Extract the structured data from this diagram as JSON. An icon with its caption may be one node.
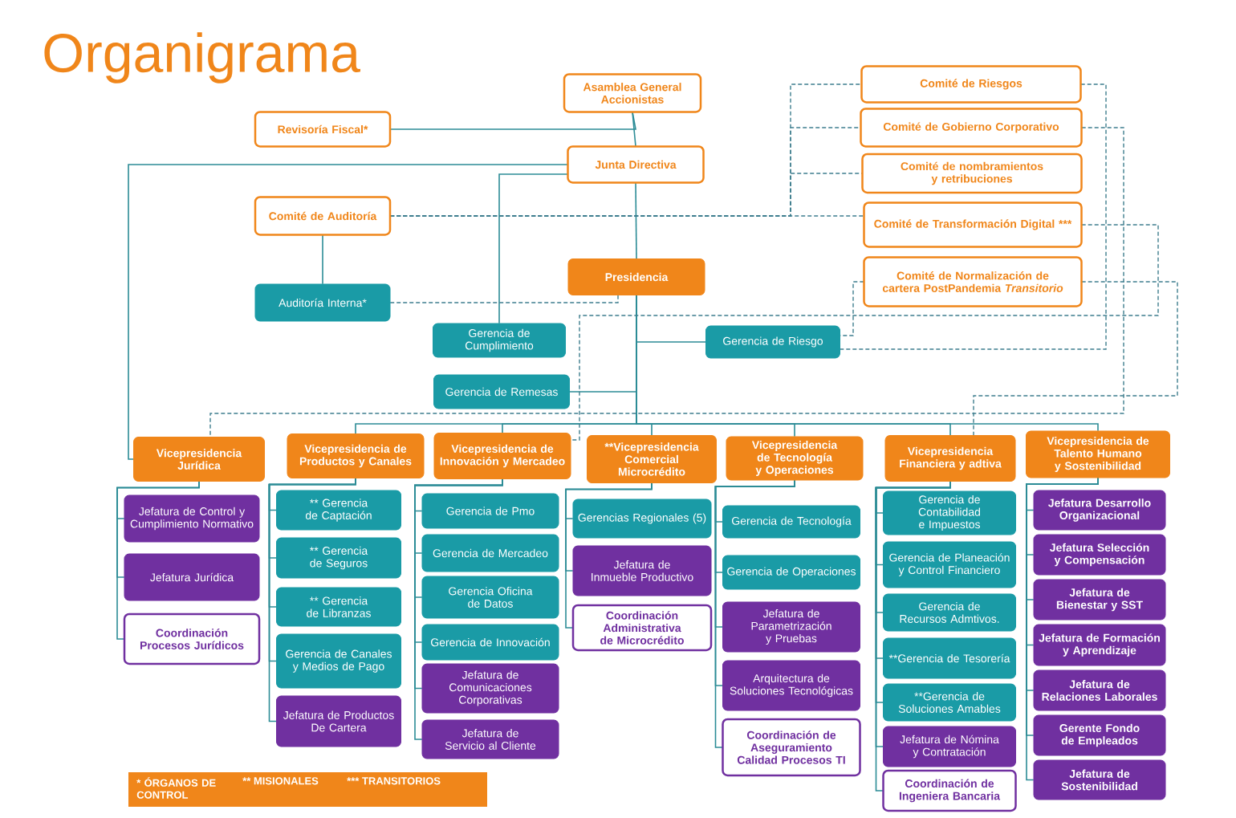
{
  "diagram": {
    "title": "Organigrama",
    "nodes": [
      {
        "text": [
          "Asamblea General Accionistas"
        ]
      },
      {
        "text": [
          "Revisoría Fiscal*"
        ]
      },
      {
        "text": [
          "Junta Directiva"
        ]
      },
      {
        "text": [
          "Comité de Auditoría"
        ]
      },
      {
        "text": [
          "Comité de Riesgos"
        ]
      },
      {
        "text": [
          "Comité de Gobierno Corporativo"
        ]
      },
      {
        "text": [
          "Comité de nombramientos y retribuciones"
        ]
      },
      {
        "text": [
          "Comité de Transformación Digital ***"
        ]
      },
      {
        "text": [
          "Comité de Normalización de cartera PostPandemia *Transitorio*"
        ]
      },
      {
        "text": [
          "Presidencia"
        ]
      },
      {
        "text": [
          "Auditoría Interna*"
        ]
      },
      {
        "text": [
          "Gerencia de Cumplimiento"
        ]
      },
      {
        "text": [
          "Gerencia de Riesgo"
        ]
      },
      {
        "text": [
          "Gerencia de Remesas"
        ]
      },
      {
        "text": [
          "Vicepresidencia Jurídica"
        ]
      },
      {
        "text": [
          "Vicepresidencia de Productos y Canales"
        ]
      },
      {
        "text": [
          "Vicepresidencia de Innovación y Mercadeo"
        ]
      },
      {
        "text": [
          "**Vicepresidencia Comercial Microcrédito"
        ]
      },
      {
        "text": [
          "Vicepresidencia de Tecnología y Operaciones"
        ]
      },
      {
        "text": [
          "Vicepresidencia Financiera y adtiva"
        ]
      },
      {
        "text": [
          "Vicepresidencia de Talento Humano y Sostenibilidad"
        ]
      },
      {
        "text": [
          "Jefatura de Control y Cumplimiento Normativo"
        ]
      },
      {
        "text": [
          "Jefatura Jurídica"
        ]
      },
      {
        "text": [
          "Coordinación Procesos Jurídicos"
        ]
      },
      {
        "text": [
          "** Gerencia de Captación"
        ]
      },
      {
        "text": [
          "** Gerencia de Seguros"
        ]
      },
      {
        "text": [
          "** Gerencia de Libranzas"
        ]
      },
      {
        "text": [
          "Gerencia de Canales y Medios de Pago"
        ]
      },
      {
        "text": [
          "Jefatura de Productos De Cartera"
        ]
      },
      {
        "text": [
          "Gerencia de Pmo"
        ]
      },
      {
        "text": [
          "Gerencia de Mercadeo"
        ]
      },
      {
        "text": [
          "Gerencia Oficina de Datos"
        ]
      },
      {
        "text": [
          "Gerencia de Innovación"
        ]
      },
      {
        "text": [
          "Jefatura de Comunicaciones Corporativas"
        ]
      },
      {
        "text": [
          "Jefatura de Servicio al Cliente"
        ]
      },
      {
        "text": [
          "Gerencias Regionales (5)"
        ]
      },
      {
        "text": [
          "Jefatura de Inmueble Productivo"
        ]
      },
      {
        "text": [
          "Coordinación Administrativa de Microcrédito"
        ]
      },
      {
        "text": [
          "Gerencia de Tecnología"
        ]
      },
      {
        "text": [
          "Gerencia de Operaciones"
        ]
      },
      {
        "text": [
          "Jefatura de Parametrización y Pruebas"
        ]
      },
      {
        "text": [
          "Arquitectura de Soluciones Tecnológicas"
        ]
      },
      {
        "text": [
          "Coordinación de Aseguramiento Calidad Procesos TI"
        ]
      },
      {
        "text": [
          "Gerencia de Contabilidad e Impuestos"
        ]
      },
      {
        "text": [
          "Gerencia de Planeación y Control Financiero"
        ]
      },
      {
        "text": [
          "Gerencia de Recursos Admtivos."
        ]
      },
      {
        "text": [
          "**Gerencia de Tesorería"
        ]
      },
      {
        "text": [
          "**Gerencia de Soluciones Amables"
        ]
      },
      {
        "text": [
          "Jefatura de Nómina y Contratación"
        ]
      },
      {
        "text": [
          "Coordinación de Ingeniera Bancaria"
        ]
      },
      {
        "text": [
          "Jefatura Desarrollo Organizacional"
        ]
      },
      {
        "text": [
          "Jefatura Selección y Compensación"
        ]
      },
      {
        "text": [
          "Jefatura de Bienestar y SST"
        ]
      },
      {
        "text": [
          "Jefatura de Formación y Aprendizaje"
        ]
      },
      {
        "text": [
          "Jefatura de Relaciones Laborales"
        ]
      },
      {
        "text": [
          "Gerente Fondo de Empleados"
        ]
      },
      {
        "text": [
          "Jefatura de Sostenibilidad"
        ]
      }
    ],
    "edges": [
      {
        "from": 0,
        "to": 2,
        "arrow": "none"
      },
      {
        "from": 1,
        "to": 0,
        "arrow": "none"
      },
      {
        "from": 2,
        "to": 9,
        "arrow": "none"
      },
      {
        "from": 2,
        "to": 14,
        "arrow": "none"
      },
      {
        "from": 2,
        "to": 11,
        "arrow": "none"
      },
      {
        "from": 3,
        "to": 10,
        "arrow": "none"
      },
      {
        "from": 9,
        "to": 12,
        "arrow": "none"
      },
      {
        "from": 9,
        "to": 13,
        "arrow": "none"
      },
      {
        "from": 9,
        "to": 15,
        "arrow": "none"
      },
      {
        "from": 9,
        "to": 16,
        "arrow": "none"
      },
      {
        "from": 9,
        "to": 17,
        "arrow": "none"
      },
      {
        "from": 9,
        "to": 18,
        "arrow": "none"
      },
      {
        "from": 9,
        "to": 19,
        "arrow": "none"
      },
      {
        "from": 9,
        "to": 20,
        "arrow": "none"
      },
      {
        "from": 14,
        "to": 21,
        "arrow": "none"
      },
      {
        "from": 14,
        "to": 22,
        "arrow": "none"
      },
      {
        "from": 14,
        "to": 23,
        "arrow": "none"
      },
      {
        "from": 15,
        "to": 24,
        "arrow": "none"
      },
      {
        "from": 15,
        "to": 25,
        "arrow": "none"
      },
      {
        "from": 15,
        "to": 26,
        "arrow": "none"
      },
      {
        "from": 15,
        "to": 27,
        "arrow": "none"
      },
      {
        "from": 15,
        "to": 28,
        "arrow": "none"
      },
      {
        "from": 16,
        "to": 29,
        "arrow": "none"
      },
      {
        "from": 16,
        "to": 30,
        "arrow": "none"
      },
      {
        "from": 16,
        "to": 31,
        "arrow": "none"
      },
      {
        "from": 16,
        "to": 32,
        "arrow": "none"
      },
      {
        "from": 16,
        "to": 33,
        "arrow": "none"
      },
      {
        "from": 16,
        "to": 34,
        "arrow": "none"
      },
      {
        "from": 17,
        "to": 35,
        "arrow": "none"
      },
      {
        "from": 17,
        "to": 36,
        "arrow": "none"
      },
      {
        "from": 17,
        "to": 37,
        "arrow": "none"
      },
      {
        "from": 18,
        "to": 38,
        "arrow": "none"
      },
      {
        "from": 18,
        "to": 39,
        "arrow": "none"
      },
      {
        "from": 18,
        "to": 40,
        "arrow": "none"
      },
      {
        "from": 18,
        "to": 41,
        "arrow": "none"
      },
      {
        "from": 18,
        "to": 42,
        "arrow": "none"
      },
      {
        "from": 19,
        "to": 43,
        "arrow": "none"
      },
      {
        "from": 19,
        "to": 44,
        "arrow": "none"
      },
      {
        "from": 19,
        "to": 45,
        "arrow": "none"
      },
      {
        "from": 19,
        "to": 46,
        "arrow": "none"
      },
      {
        "from": 19,
        "to": 47,
        "arrow": "none"
      },
      {
        "from": 19,
        "to": 48,
        "arrow": "none"
      },
      {
        "from": 19,
        "to": 49,
        "arrow": "none"
      },
      {
        "from": 20,
        "to": 50,
        "arrow": "none"
      },
      {
        "from": 20,
        "to": 51,
        "arrow": "none"
      },
      {
        "from": 20,
        "to": 52,
        "arrow": "none"
      },
      {
        "from": 20,
        "to": 53,
        "arrow": "none"
      },
      {
        "from": 20,
        "to": 54,
        "arrow": "none"
      },
      {
        "from": 20,
        "to": 55,
        "arrow": "none"
      },
      {
        "from": 20,
        "to": 56,
        "arrow": "none"
      },
      {
        "from": 3,
        "to": 7,
        "arrow": "none",
        "style": "dashed"
      },
      {
        "from": 3,
        "to": 4,
        "arrow": "none",
        "style": "dashed"
      },
      {
        "from": 3,
        "to": 5,
        "arrow": "none",
        "style": "dashed"
      },
      {
        "from": 3,
        "to": 6,
        "arrow": "none",
        "style": "dashed"
      },
      {
        "from": 10,
        "to": 9,
        "arrow": "none",
        "style": "dashed"
      },
      {
        "from": 4,
        "to": 12,
        "arrow": "none",
        "style": "dashed"
      },
      {
        "from": 8,
        "to": 12,
        "arrow": "none",
        "style": "dashed"
      },
      {
        "from": 7,
        "to": 16,
        "arrow": "none",
        "style": "dashed"
      },
      {
        "from": 5,
        "to": 14,
        "arrow": "none",
        "style": "dashed"
      },
      {
        "from": 8,
        "to": 19,
        "arrow": "none",
        "style": "dashed"
      }
    ],
    "labels": [
      "* ÓRGANOS DE CONTROL",
      "** MISIONALES",
      "*** TRANSITORIOS"
    ]
  }
}
